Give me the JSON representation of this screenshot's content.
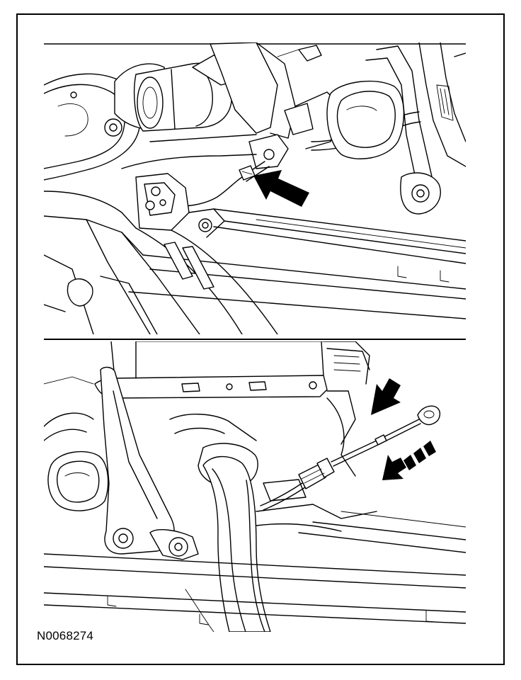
{
  "figure": {
    "id": "N0068274",
    "panels": [
      {
        "name": "top",
        "arrows": 1
      },
      {
        "name": "bottom",
        "arrows": 2
      }
    ],
    "component_label_lines": [
      "",
      "",
      ""
    ]
  }
}
